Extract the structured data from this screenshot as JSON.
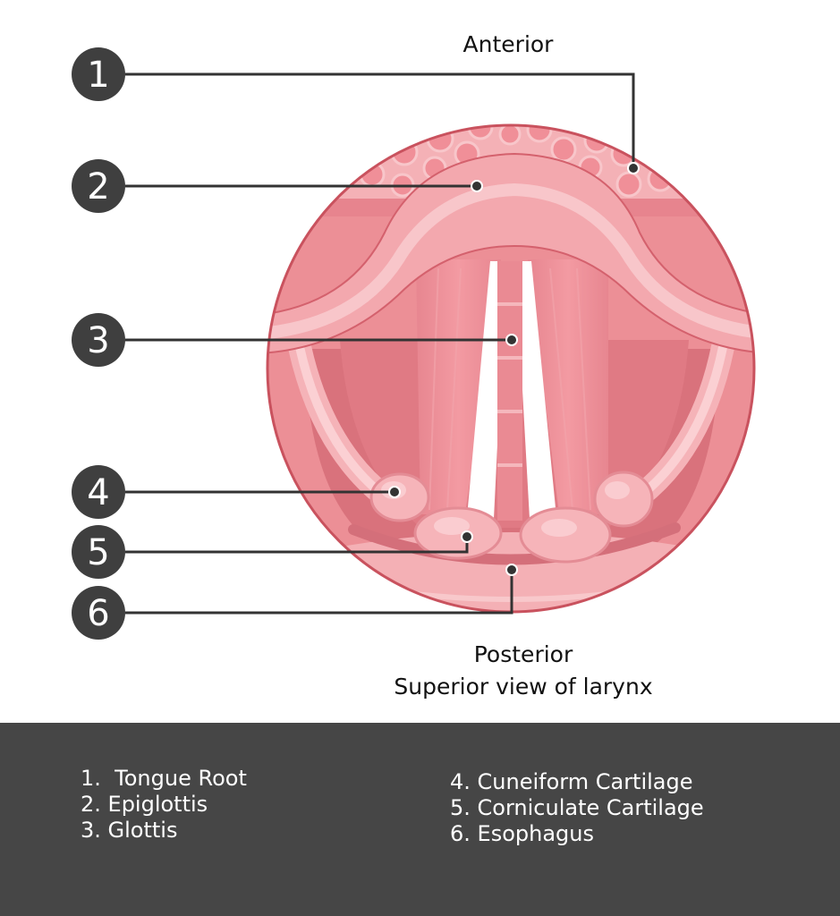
{
  "orientation": {
    "top": "Anterior",
    "bottom": "Posterior"
  },
  "caption": "Superior view of larynx",
  "badges": [
    "1",
    "2",
    "3",
    "4",
    "5",
    "6"
  ],
  "legend": {
    "left": [
      "1.  Tongue Root",
      "2. Epiglottis",
      "3. Glottis"
    ],
    "right": [
      "4. Cuneiform Cartilage",
      "5. Corniculate Cartilage",
      "6. Esophagus"
    ]
  },
  "colors": {
    "tissue_base": "#ec8f96",
    "tissue_light": "#f6b3b8",
    "tissue_dark": "#d9727c",
    "outline": "#c9525e",
    "badge": "#3f3f3f",
    "legend_bg": "#464646"
  }
}
